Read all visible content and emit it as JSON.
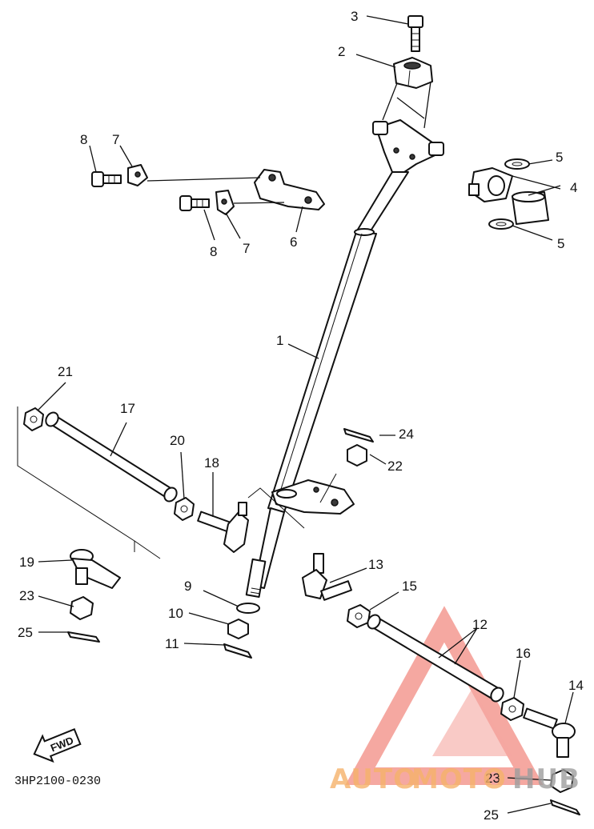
{
  "diagram": {
    "code": "3HP2100-0230",
    "fwd_label": "FWD",
    "callouts": {
      "c1": "1",
      "c2": "2",
      "c3": "3",
      "c4": "4",
      "c5a": "5",
      "c5b": "5",
      "c6": "6",
      "c7a": "7",
      "c7b": "7",
      "c8a": "8",
      "c8b": "8",
      "c9": "9",
      "c10": "10",
      "c11": "11",
      "c12": "12",
      "c13": "13",
      "c14": "14",
      "c15": "15",
      "c16": "16",
      "c17": "17",
      "c18": "18",
      "c19": "19",
      "c20": "20",
      "c21": "21",
      "c22": "22",
      "c23a": "23",
      "c23b": "23",
      "c24": "24",
      "c25a": "25",
      "c25b": "25"
    }
  },
  "watermark": {
    "auto": "AUTO",
    "moto": "MOTO",
    "hub": "HUB",
    "colors": {
      "primary": "#f28b82",
      "light": "#f6b26b",
      "gray": "#9e9e9e"
    }
  }
}
